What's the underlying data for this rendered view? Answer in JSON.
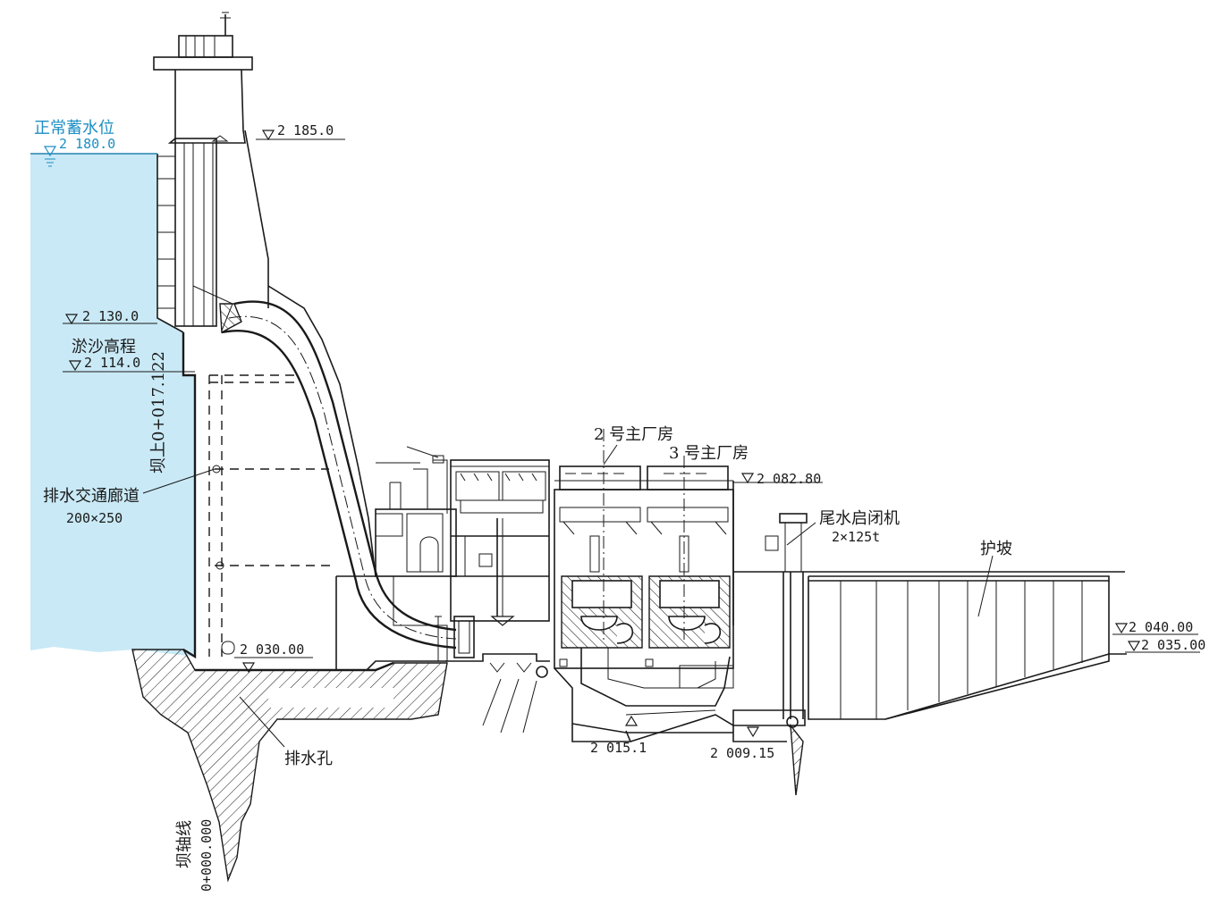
{
  "labels": {
    "normal_pool_level": "正常蓄水位",
    "normal_pool_elev": "2 180.0",
    "crest_elev": "2 185.0",
    "elev_2130": "2 130.0",
    "sediment_level": "淤沙高程",
    "sediment_elev": "2 114.0",
    "dam_station": "坝上0+017.122",
    "drainage_gallery": "排水交通廊道",
    "gallery_size": "200×250",
    "elev_2030": "2 030.00",
    "drain_hole": "排水孔",
    "dam_axis": "坝轴线",
    "dam_axis_station": "0+000.000",
    "powerhouse_2": "2 号主厂房",
    "powerhouse_3": "3 号主厂房",
    "elev_2082": "2 082.80",
    "tailrace_hoist": "尾水启闭机",
    "hoist_capacity": "2×125t",
    "slope_protection": "护坡",
    "elev_2040": "2 040.00",
    "elev_2035": "2 035.00",
    "elev_2015": "2 015.1",
    "elev_2009": "2 009.15"
  },
  "colors": {
    "reservoir_water": "#c9e9f6",
    "annotation_blue": "#1d8fc4",
    "line": "#1a1a1a"
  }
}
